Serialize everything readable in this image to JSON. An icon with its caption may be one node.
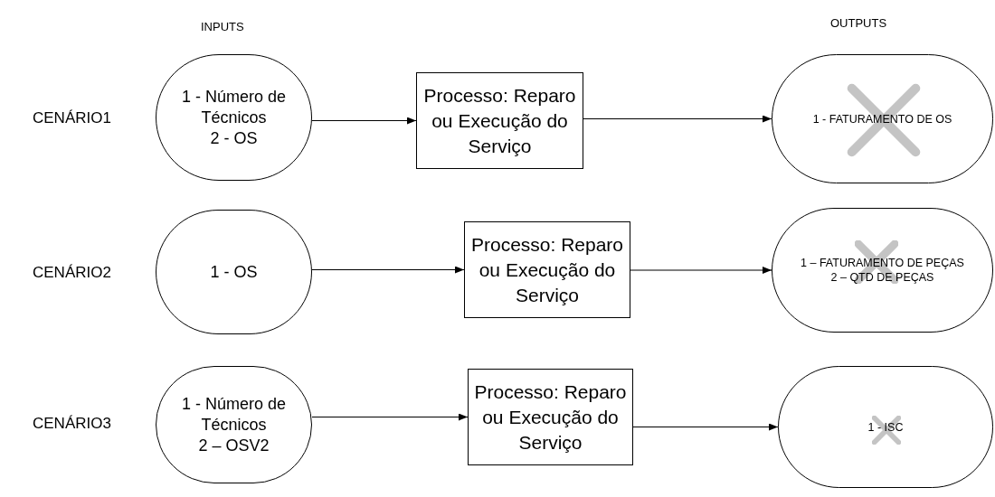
{
  "diagram": {
    "nodes": [
      {
        "text": [
          "1 - Número de Técnicos",
          "2 - OS"
        ]
      },
      {
        "text": [
          "Processo: Reparo ou Execução do Serviço"
        ]
      },
      {
        "text": [
          "1 - FATURAMENTO DE OS"
        ]
      },
      {
        "text": [
          "1 - OS"
        ]
      },
      {
        "text": [
          "Processo: Reparo ou Execução do Serviço"
        ]
      },
      {
        "text": [
          "1 – FATURAMENTO DE PEÇAS",
          "2 – QTD DE PEÇAS"
        ]
      },
      {
        "text": [
          "1 - Número de Técnicos",
          "2 – OSV2"
        ]
      },
      {
        "text": [
          "Processo: Reparo ou Execução do Serviço"
        ]
      },
      {
        "text": [
          "1 - ISC"
        ]
      }
    ],
    "edges": [
      {
        "from": 0,
        "to": 1,
        "arrow": "to"
      },
      {
        "from": 1,
        "to": 2,
        "arrow": "to"
      },
      {
        "from": 3,
        "to": 4,
        "arrow": "to"
      },
      {
        "from": 4,
        "to": 5,
        "arrow": "to"
      },
      {
        "from": 6,
        "to": 7,
        "arrow": "to"
      },
      {
        "from": 7,
        "to": 8,
        "arrow": "to"
      }
    ],
    "labels": [
      "INPUTS",
      "OUTPUTS",
      "CENÁRIO1",
      "CENÁRIO2",
      "CENÁRIO3"
    ]
  }
}
